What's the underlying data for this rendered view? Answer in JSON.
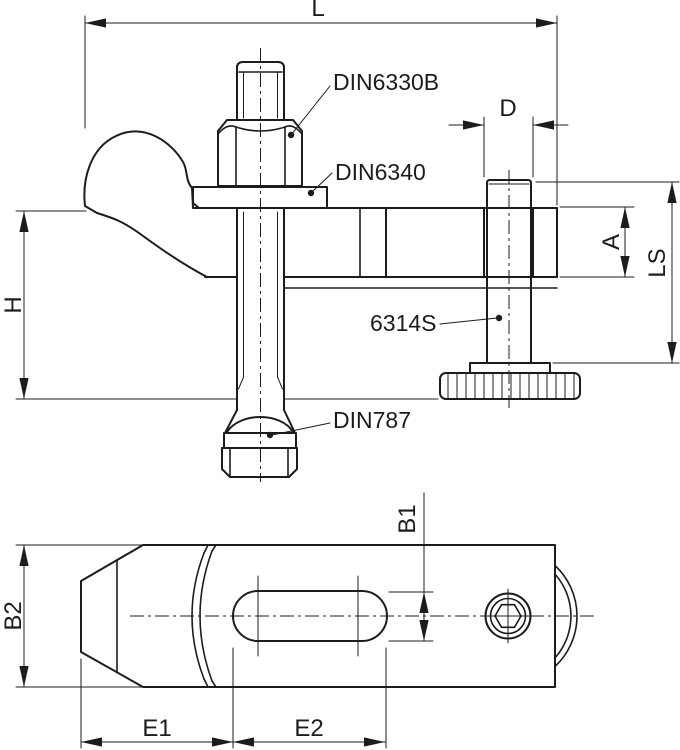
{
  "drawing": {
    "dimensions": {
      "L": "L",
      "D": "D",
      "A": "A",
      "LS": "LS",
      "H": "H",
      "B1": "B1",
      "B2": "B2",
      "E1": "E1",
      "E2": "E2"
    },
    "parts": {
      "nut": "DIN6330B",
      "washer": "DIN6340",
      "support_screw": "6314S",
      "t_slot_bolt": "DIN787"
    },
    "colors": {
      "line": "#1c1c1c",
      "background": "#ffffff"
    }
  }
}
